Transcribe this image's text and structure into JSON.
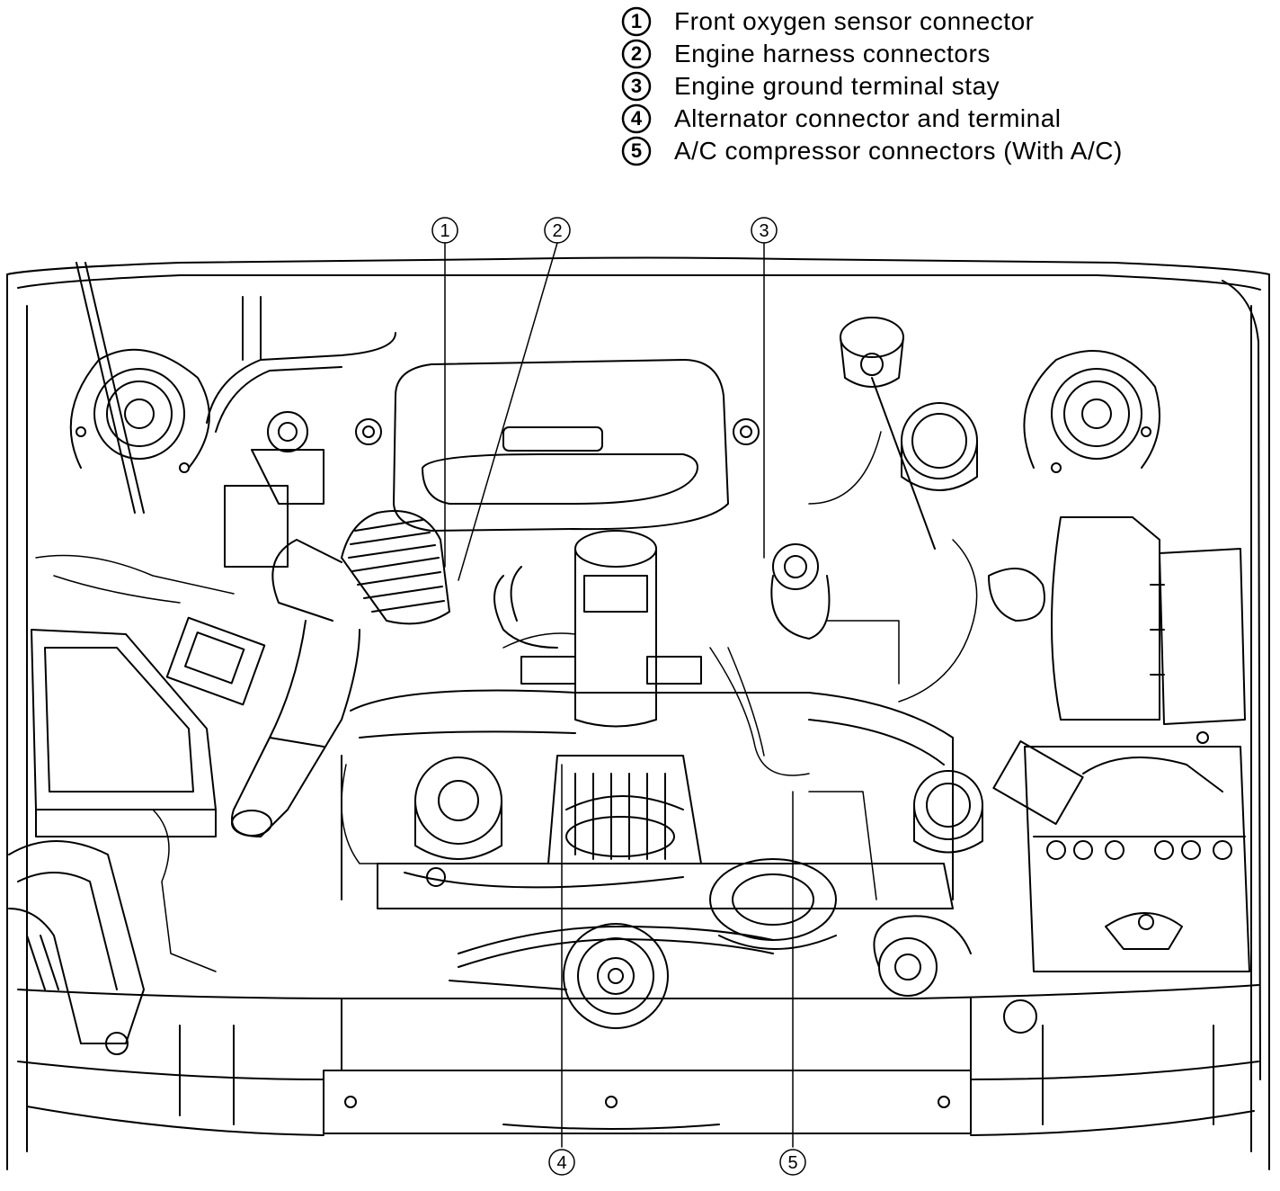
{
  "legend": [
    {
      "num": "1",
      "text": "Front oxygen sensor connector"
    },
    {
      "num": "2",
      "text": "Engine harness connectors"
    },
    {
      "num": "3",
      "text": "Engine ground terminal stay"
    },
    {
      "num": "4",
      "text": "Alternator connector and terminal"
    },
    {
      "num": "5",
      "text": "A/C compressor connectors (With A/C)"
    }
  ],
  "callouts": {
    "c1": "1",
    "c2": "2",
    "c3": "3",
    "c4": "4",
    "c5": "5"
  }
}
